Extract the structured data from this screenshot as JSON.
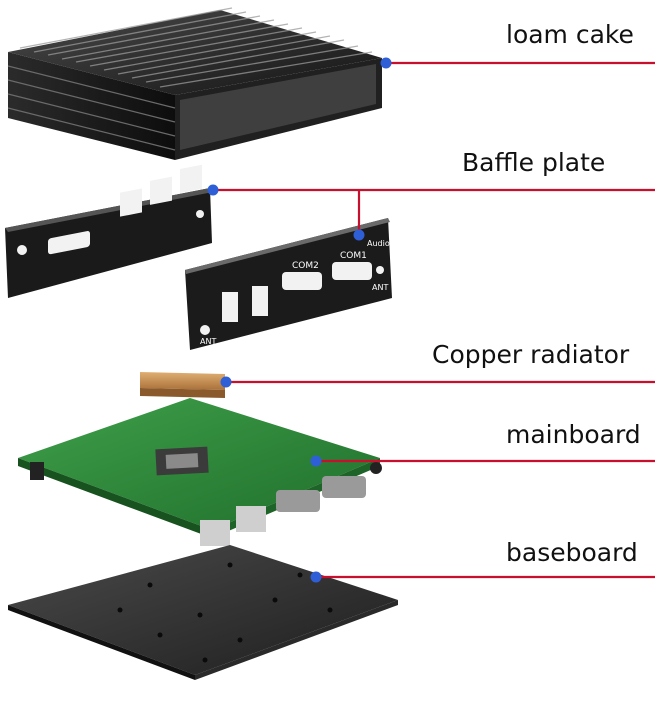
{
  "labels": {
    "case": "loam cake",
    "baffle": "Baffle plate",
    "copper": "Copper radiator",
    "mainboard": "mainboard",
    "baseboard": "baseboard"
  },
  "port_labels": {
    "com1": "COM1",
    "com2": "COM2",
    "audio": "Audio",
    "ant_left": "ANT",
    "ant_right": "ANT"
  },
  "colors": {
    "leader_line": "#c8102e",
    "leader_dot": "#2e5fd6",
    "metal_dark": "#1c1c1c",
    "pcb_green": "#2e8b3a",
    "copper": "#c89257",
    "baseboard": "#3a3a3a"
  }
}
